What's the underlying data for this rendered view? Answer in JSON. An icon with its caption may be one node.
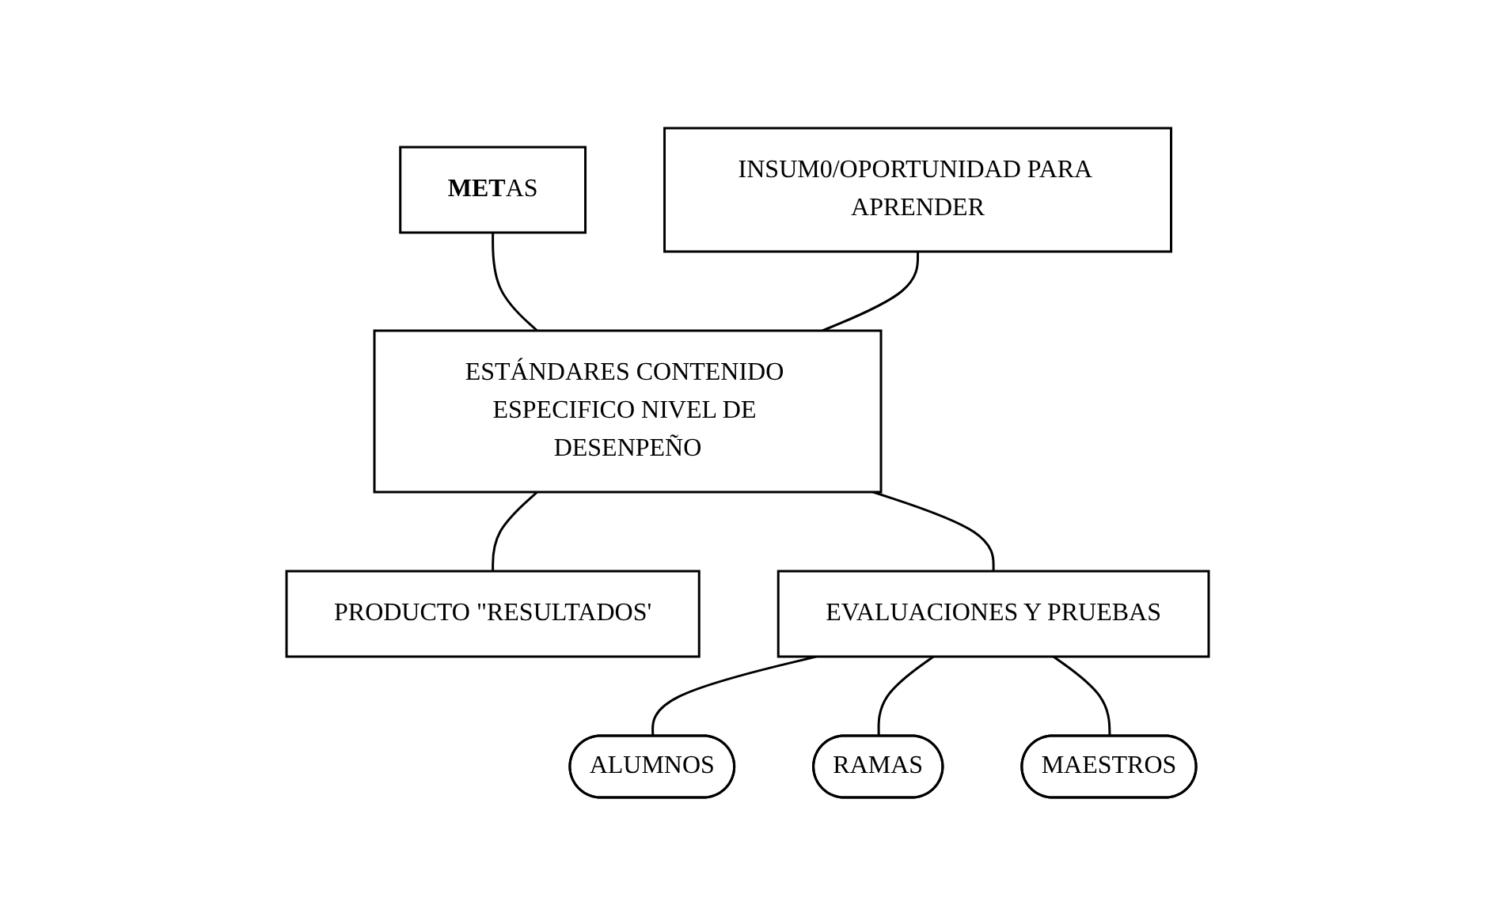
{
  "diagram": {
    "nodes": [
      {
        "text": [
          "**MET**AS"
        ]
      },
      {
        "text": [
          "INSUM0/OPORTUNIDAD PARA APRENDER"
        ]
      },
      {
        "text": [
          "ESTÁNDARES CONTENIDO ESPECIFICO NIVEL DE DESENPEÑO"
        ]
      },
      {
        "text": [
          "PRODUCTO \"RESULTADOS'"
        ]
      },
      {
        "text": [
          "EVALUACIONES Y PRUEBAS"
        ]
      },
      {
        "text": [
          "ALUMNOS"
        ]
      },
      {
        "text": [
          "RAMAS"
        ]
      },
      {
        "text": [
          "MAESTROS"
        ]
      }
    ],
    "edges": [
      {
        "from": 0,
        "to": 2,
        "arrow": "none"
      },
      {
        "from": 1,
        "to": 2,
        "arrow": "none"
      },
      {
        "from": 2,
        "to": 3,
        "arrow": "none"
      },
      {
        "from": 2,
        "to": 4,
        "arrow": "none"
      },
      {
        "from": 4,
        "to": 5,
        "arrow": "none"
      },
      {
        "from": 4,
        "to": 6,
        "arrow": "none"
      },
      {
        "from": 4,
        "to": 7,
        "arrow": "none"
      }
    ]
  }
}
